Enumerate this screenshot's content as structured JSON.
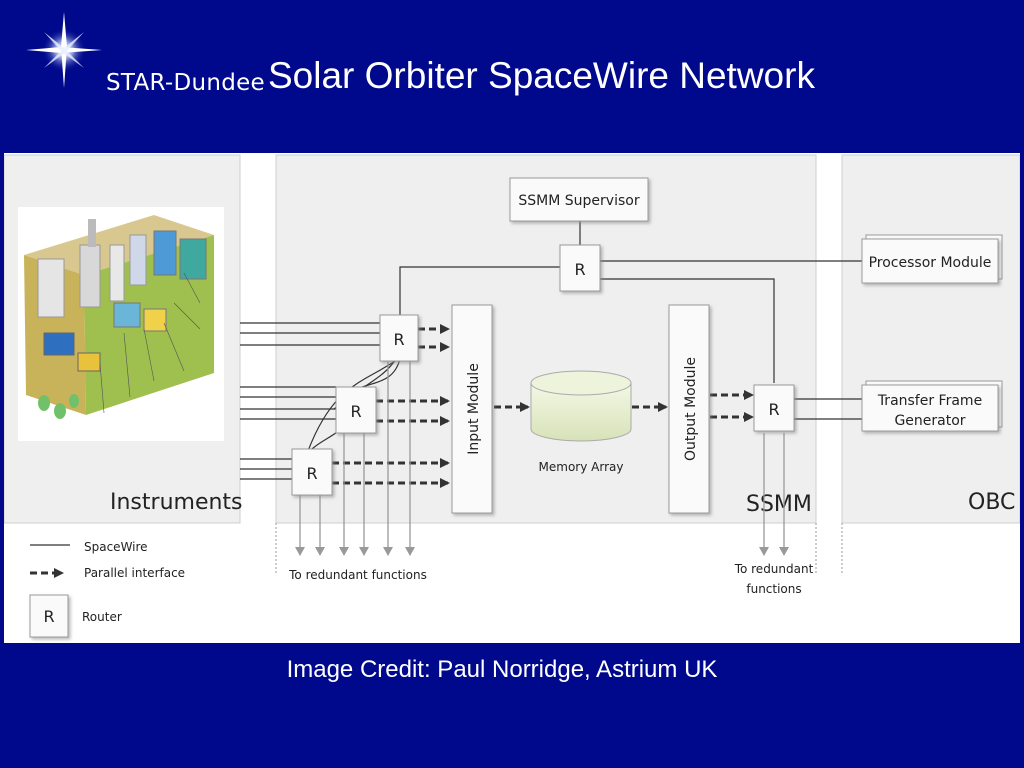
{
  "header": {
    "logo_text": "STAR-Dundee",
    "title": "Solar Orbiter SpaceWire Network"
  },
  "diagram": {
    "panels": {
      "instruments": "Instruments",
      "ssmm": "SSMM",
      "obc": "OBC"
    },
    "boxes": {
      "ssmm_supervisor": "SSMM Supervisor",
      "processor_module": "Processor Module",
      "transfer_frame_line1": "Transfer Frame",
      "transfer_frame_line2": "Generator",
      "input_module": "Input Module",
      "output_module": "Output Module",
      "memory_array": "Memory Array"
    },
    "router_label": "R",
    "notes": {
      "redundant_left": "To redundant functions",
      "redundant_right_line1": "To redundant",
      "redundant_right_line2": "functions"
    },
    "legend": {
      "spacewire": "SpaceWire",
      "parallel": "Parallel interface",
      "router_symbol": "R",
      "router": "Router"
    }
  },
  "footer": {
    "credit": "Image Credit: Paul Norridge, Astrium UK"
  }
}
